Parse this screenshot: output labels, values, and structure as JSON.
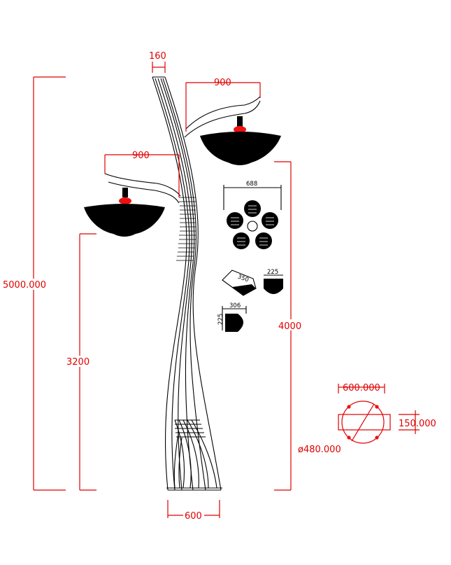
{
  "colors": {
    "dimension": "#e00000",
    "ink": "#000000",
    "lamp_joint": "#ee1111",
    "background": "#ffffff"
  },
  "dimensions": {
    "top_width": "160",
    "upper_arm_span": "900",
    "lower_arm_span": "900",
    "total_height": "5000.000",
    "lower_lamp_height": "3200",
    "upper_lamp_height": "4000",
    "base_width": "600"
  },
  "lamp_detail": {
    "cluster_width": "688",
    "bulb_side_length": "350",
    "bulb_front_width": "225",
    "bulb_top_width": "306",
    "bulb_top_depth": "225"
  },
  "base_plate": {
    "width": "600.000",
    "thickness": "150.000",
    "bolt_circle": "ø480.000"
  }
}
